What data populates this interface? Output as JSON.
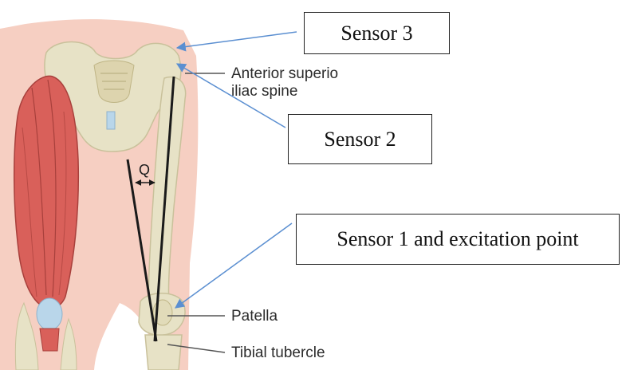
{
  "anatomy_labels": {
    "asis": [
      "Anterior superio",
      "iliac spine"
    ],
    "patella": "Patella",
    "tibial_tubercle": "Tibial tubercle",
    "q_angle": "Q"
  },
  "callouts": {
    "sensor3": "Sensor 3",
    "sensor2": "Sensor 2",
    "sensor1": "Sensor 1 and excitation point"
  },
  "colors": {
    "skin": "#f6cfc2",
    "bone": "#e7e2c6",
    "muscle": "#d9605a",
    "arrow": "#5b8fd1",
    "q_lines": "#1a1a1a"
  }
}
